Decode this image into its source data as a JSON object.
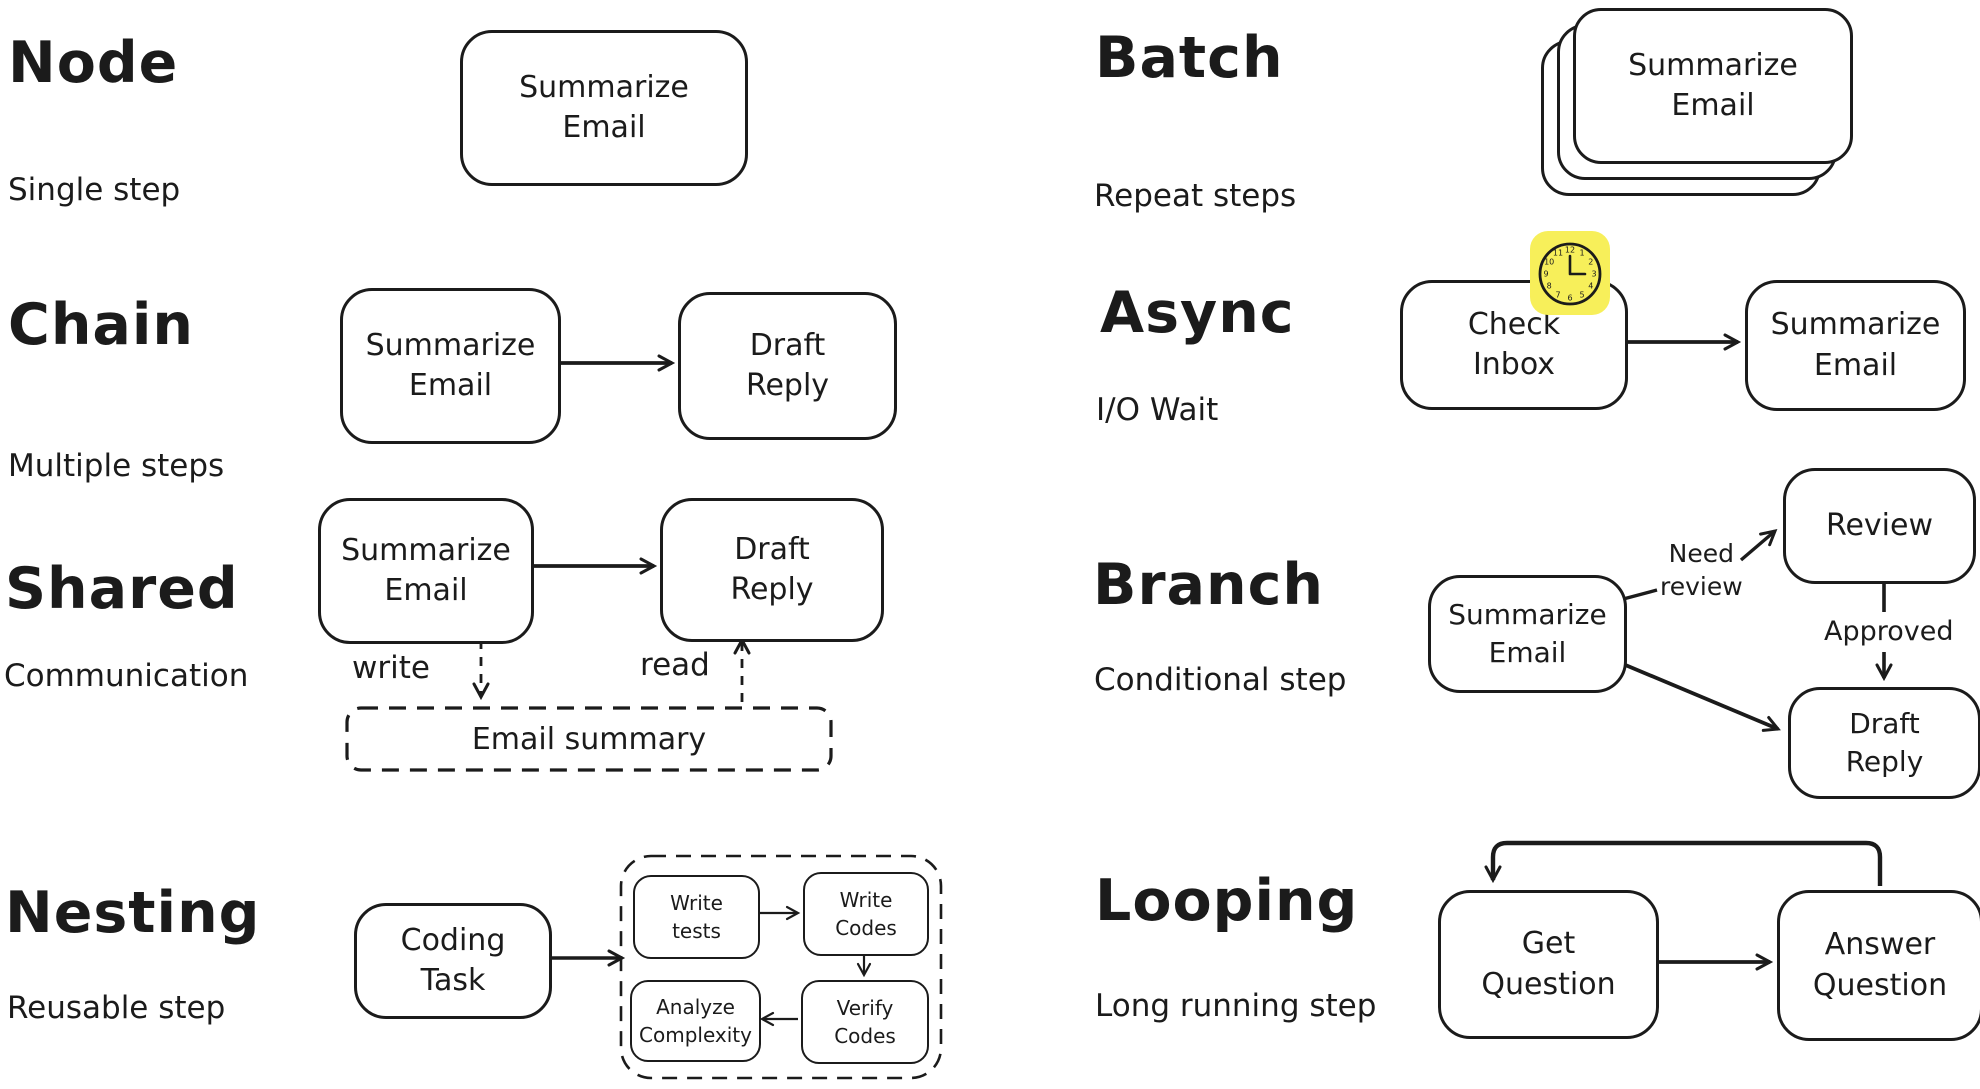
{
  "diagram": {
    "ink": "#1b1b1b",
    "background": "#ffffff",
    "sections": {
      "node": {
        "title": "Node",
        "subtitle": "Single step",
        "step": "Summarize\nEmail"
      },
      "chain": {
        "title": "Chain",
        "subtitle": "Multiple steps",
        "steps": [
          "Summarize\nEmail",
          "Draft\nReply"
        ]
      },
      "shared": {
        "title": "Shared",
        "subtitle": "Communication",
        "steps": [
          "Summarize\nEmail",
          "Draft\nReply"
        ],
        "edges": {
          "write": "write",
          "read": "read"
        },
        "store": "Email summary"
      },
      "nesting": {
        "title": "Nesting",
        "subtitle": "Reusable step",
        "outer_step": "Coding\nTask",
        "inner_steps": [
          "Write\ntests",
          "Write\nCodes",
          "Verify\nCodes",
          "Analyze\nComplexity"
        ]
      },
      "batch": {
        "title": "Batch",
        "subtitle": "Repeat steps",
        "step": "Summarize\nEmail"
      },
      "async": {
        "title": "Async",
        "subtitle": "I/O Wait",
        "steps": [
          "Check\nInbox",
          "Summarize\nEmail"
        ],
        "clock": {
          "color": "#f7ef5a",
          "numbers": [
            "1",
            "2",
            "3",
            "4",
            "5",
            "6",
            "7",
            "8",
            "9",
            "10",
            "11",
            "12"
          ]
        }
      },
      "branch": {
        "title": "Branch",
        "subtitle": "Conditional step",
        "source": "Summarize\nEmail",
        "review_step": "Review",
        "reply_step": "Draft\nReply",
        "edges": {
          "need_review": "Need\nreview",
          "approved": "Approved"
        }
      },
      "looping": {
        "title": "Looping",
        "subtitle": "Long running step",
        "steps": [
          "Get\nQuestion",
          "Answer\nQuestion"
        ]
      }
    }
  }
}
